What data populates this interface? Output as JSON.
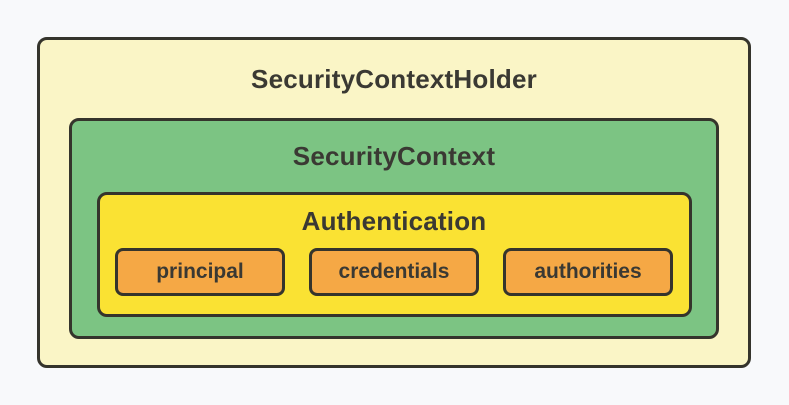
{
  "diagram": {
    "outer": {
      "label": "SecurityContextHolder"
    },
    "middle": {
      "label": "SecurityContext"
    },
    "inner": {
      "label": "Authentication"
    },
    "items": [
      {
        "label": "principal"
      },
      {
        "label": "credentials"
      },
      {
        "label": "authorities"
      }
    ],
    "colors": {
      "page_bg": "#f8f9fb",
      "outer_bg": "#faf5c6",
      "middle_bg": "#7cc483",
      "inner_bg": "#fae233",
      "item_bg": "#f5a845",
      "border": "#35342c",
      "text": "#3a3933"
    }
  }
}
